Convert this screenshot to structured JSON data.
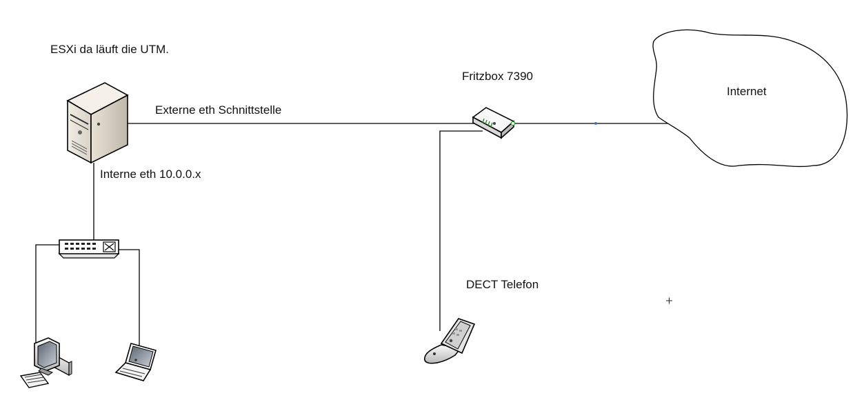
{
  "labels": {
    "esxi_caption": "ESXi da läuft die UTM.",
    "fritzbox": "Fritzbox 7390",
    "external_interface": "Externe eth Schnittstelle",
    "internal_interface": "Interne eth 10.0.0.x",
    "internet": "Internet",
    "dect_phone": "DECT Telefon"
  },
  "nodes": [
    {
      "id": "esxi-server",
      "icon": "server-tower-icon"
    },
    {
      "id": "fritzbox-router",
      "icon": "router-icon"
    },
    {
      "id": "internet-cloud",
      "icon": "cloud-icon"
    },
    {
      "id": "network-switch",
      "icon": "switch-icon"
    },
    {
      "id": "desktop-pc",
      "icon": "desktop-computer-icon"
    },
    {
      "id": "laptop",
      "icon": "laptop-icon"
    },
    {
      "id": "dect-handset",
      "icon": "dect-phone-icon"
    }
  ],
  "links": [
    {
      "from": "esxi-server",
      "to": "fritzbox-router"
    },
    {
      "from": "fritzbox-router",
      "to": "internet-cloud"
    },
    {
      "from": "esxi-server",
      "to": "network-switch"
    },
    {
      "from": "network-switch",
      "to": "desktop-pc"
    },
    {
      "from": "network-switch",
      "to": "laptop"
    },
    {
      "from": "fritzbox-router",
      "to": "dect-handset"
    }
  ],
  "colors": {
    "line": "#000000",
    "cloud_endpoint": "#22aa22",
    "midpoint_marker": "#3377cc",
    "router_port": "#22aa22"
  }
}
